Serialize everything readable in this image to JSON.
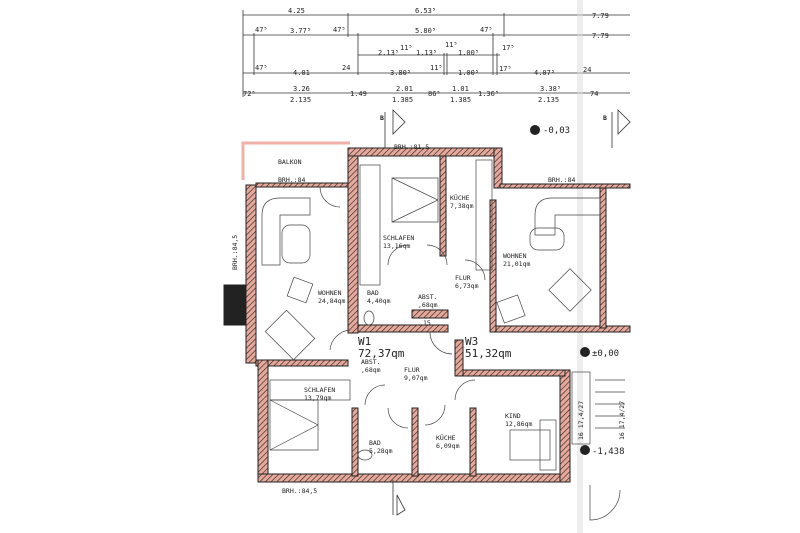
{
  "dimensions": {
    "row1": [
      "4.25",
      "6.53⁵",
      "7.79"
    ],
    "row2": [
      "47⁵",
      "3.77⁵",
      "47⁵",
      "5.80⁵",
      "47⁵",
      "7.79"
    ],
    "row3": [
      "2.13⁵",
      "11⁵",
      "1.13⁵",
      "11⁵",
      "1.00⁵",
      "17⁵"
    ],
    "row4": [
      "47⁵",
      "4.01",
      "24",
      "3.80⁵",
      "11⁵",
      "1.00⁵",
      "17⁵",
      "4.07⁵",
      "24"
    ],
    "row5": [
      "72⁵",
      "3.26",
      "2.135",
      "1.49",
      "2.01",
      "1.385",
      "86⁵",
      "1.01",
      "1.385",
      "1.36⁵",
      "3.38⁵",
      "2.135",
      "74"
    ]
  },
  "levels": {
    "top": "-0,03",
    "ground": "±0,00",
    "lower": "-1,438"
  },
  "section_markers": [
    "B",
    "B"
  ],
  "notes": {
    "balcony": "BALKON",
    "brh_top": "BRH.:81,5",
    "brh_balcony": "BRH.:84",
    "brh_right": "BRH.:84",
    "brh_left": "BRH.:84,5",
    "brh_bottom": "BRH.:84,5",
    "stairs": "16 17,4/27",
    "shaft": "15"
  },
  "units": [
    {
      "name": "W1",
      "area": "72,37qm"
    },
    {
      "name": "W3",
      "area": "51,32qm"
    }
  ],
  "rooms": {
    "kueche_top": {
      "name": "KÜCHE",
      "area": "7,38qm"
    },
    "schlafen_top": {
      "name": "SCHLAFEN",
      "area": "13,16qm"
    },
    "wohnen_right": {
      "name": "WOHNEN",
      "area": "21,01qm"
    },
    "flur_top": {
      "name": "FLUR",
      "area": "6,73qm"
    },
    "bad_top": {
      "name": "BAD",
      "area": "4,40qm"
    },
    "wohnen_left": {
      "name": "WOHNEN",
      "area": "24,84qm"
    },
    "abst_top": {
      "name": "ABST.",
      "area": ",68qm"
    },
    "abst_bottom": {
      "name": "ABST.",
      "area": ",68qm"
    },
    "flur_bottom": {
      "name": "FLUR",
      "area": "9,07qm"
    },
    "schlafen_bottom": {
      "name": "SCHLAFEN",
      "area": "13,79qm"
    },
    "kind": {
      "name": "KIND",
      "area": "12,86qm"
    },
    "bad_bottom": {
      "name": "BAD",
      "area": "5,28qm"
    },
    "kueche_bottom": {
      "name": "KÜCHE",
      "area": "6,09qm"
    }
  },
  "colors": {
    "wall_fill": "#e8a89a",
    "line": "#222222",
    "balcony": "#f0b0a8"
  }
}
